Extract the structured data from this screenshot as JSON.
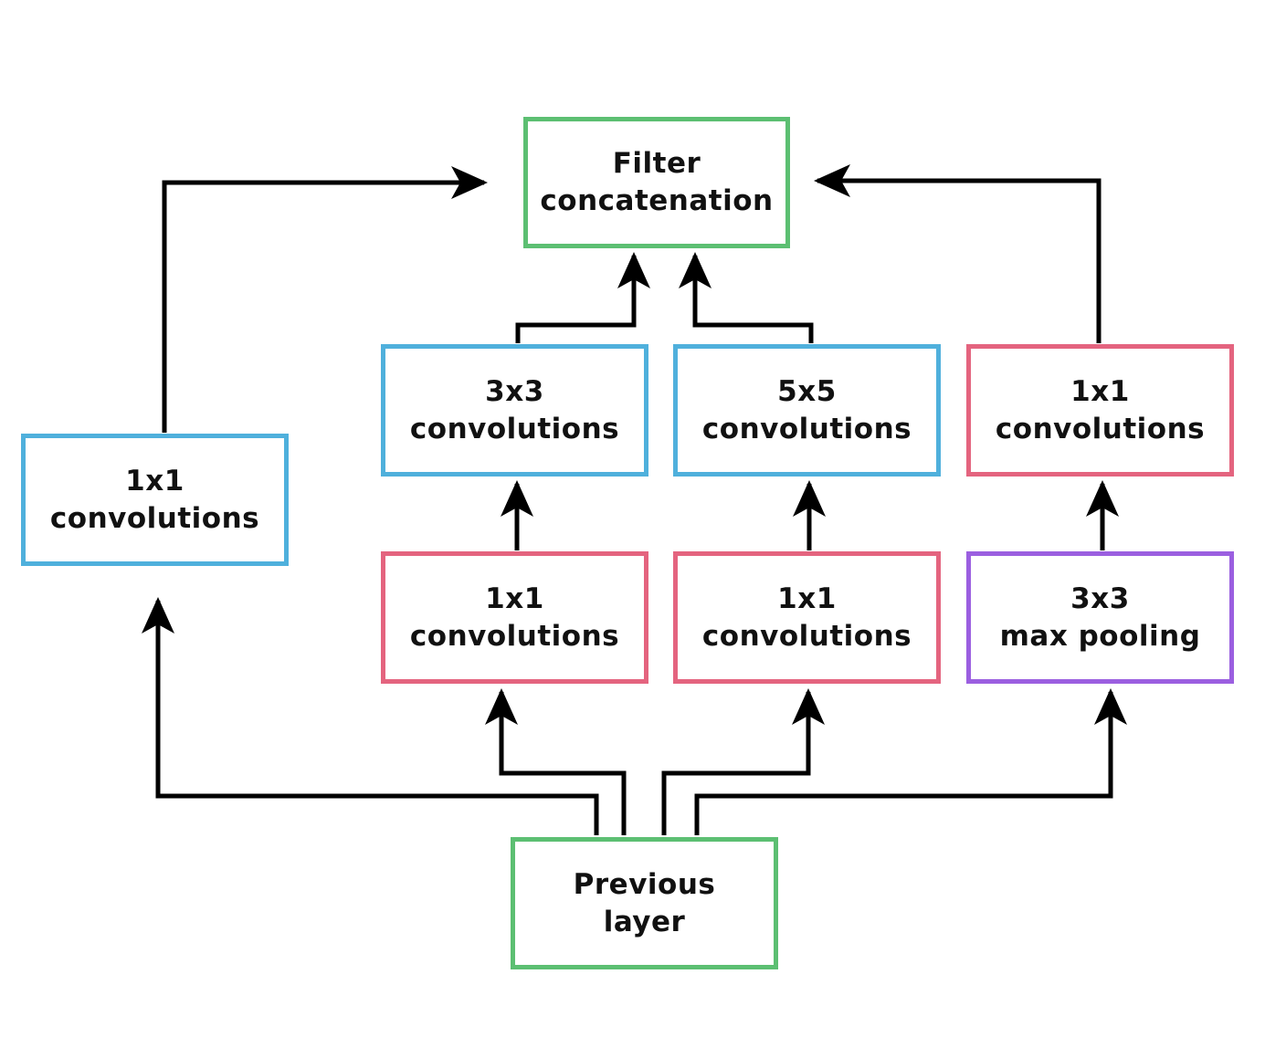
{
  "colors": {
    "green": "#5cbf72",
    "blue": "#4fb0dc",
    "pink": "#e4647f",
    "purple": "#9b5fe0",
    "arrow": "#000000"
  },
  "nodes": {
    "filter_concat": {
      "line1": "Filter",
      "line2": "concatenation",
      "color": "green"
    },
    "conv1x1_left": {
      "line1": "1x1",
      "line2": "convolutions",
      "color": "blue"
    },
    "conv3x3": {
      "line1": "3x3",
      "line2": "convolutions",
      "color": "blue"
    },
    "conv5x5": {
      "line1": "5x5",
      "line2": "convolutions",
      "color": "blue"
    },
    "conv1x1_right_top": {
      "line1": "1x1",
      "line2": "convolutions",
      "color": "pink"
    },
    "conv1x1_reduce_a": {
      "line1": "1x1",
      "line2": "convolutions",
      "color": "pink"
    },
    "conv1x1_reduce_b": {
      "line1": "1x1",
      "line2": "convolutions",
      "color": "pink"
    },
    "maxpool": {
      "line1": "3x3",
      "line2": "max pooling",
      "color": "purple"
    },
    "previous_layer": {
      "line1": "Previous",
      "line2": "layer",
      "color": "green"
    }
  }
}
